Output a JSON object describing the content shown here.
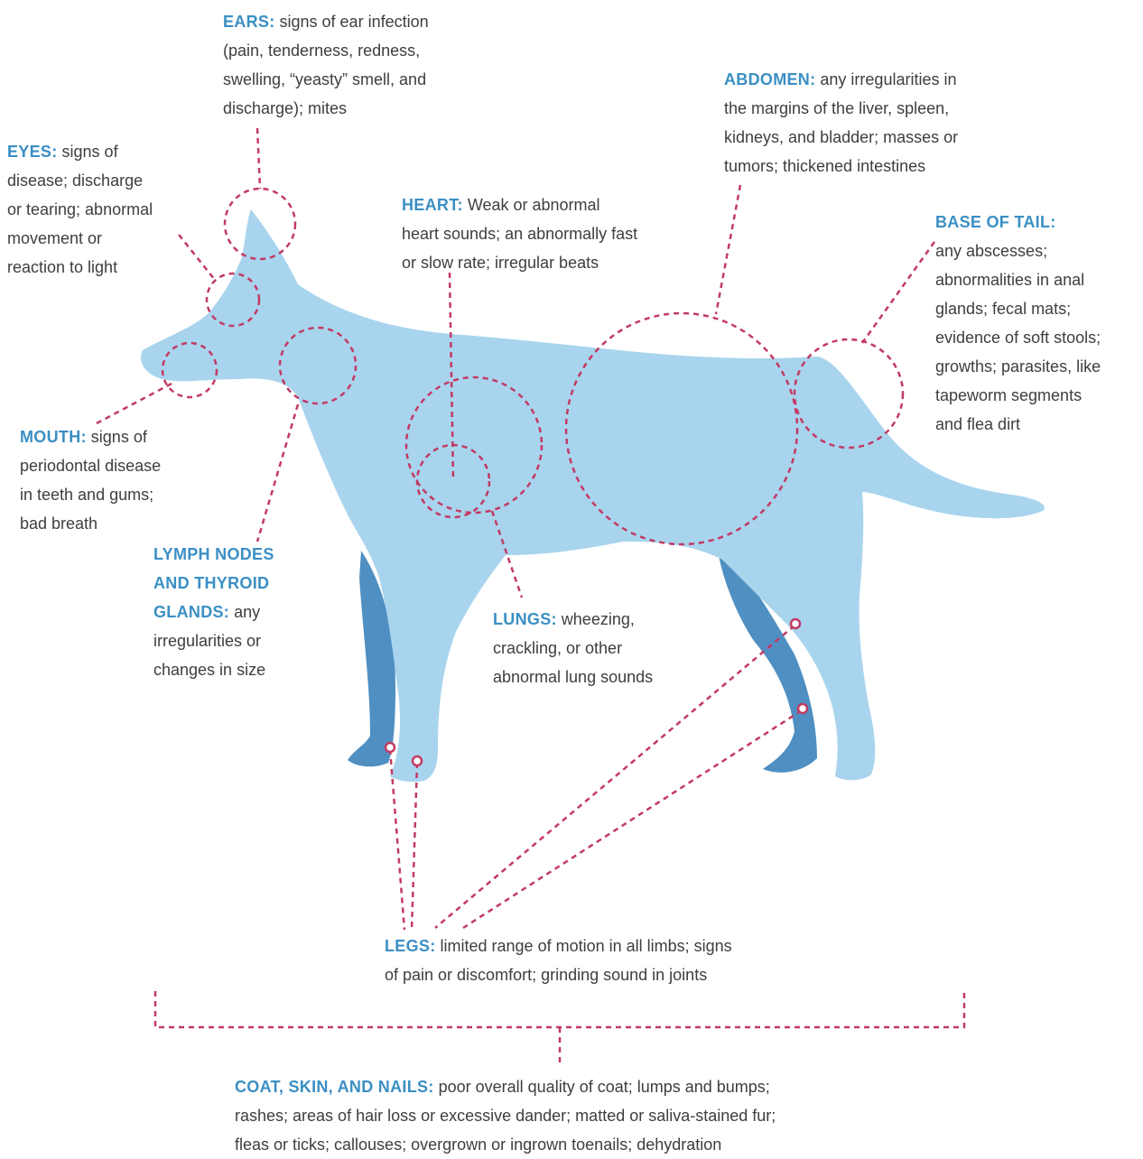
{
  "colors": {
    "body": "#a8d4ee",
    "legs": "#4f8fc2",
    "dash": "#c23a64",
    "heading": "#3b8fc4",
    "text": "#3e3e3e"
  },
  "callouts": {
    "ears": {
      "head": "EARS:",
      "body": " signs of ear infection\n(pain, tenderness, redness,\nswelling, “yeasty” smell, and\ndischarge); mites"
    },
    "eyes": {
      "head": "EYES:",
      "body": " signs of\ndisease; discharge\nor tearing; abnormal\nmovement or\nreaction to light"
    },
    "heart": {
      "head": "HEART:",
      "body": " Weak or abnormal\nheart sounds; an abnormally fast\nor slow rate; irregular beats"
    },
    "abdomen": {
      "head": "ABDOMEN:",
      "body": " any irregularities in\nthe margins of the liver, spleen,\nkidneys, and bladder; masses or\ntumors; thickened intestines"
    },
    "tail": {
      "head": "BASE OF TAIL:",
      "body": "\nany abscesses;\nabnormalities in anal\nglands; fecal mats;\nevidence of soft stools;\ngrowths; parasites, like\ntapeworm segments\nand flea dirt"
    },
    "mouth": {
      "head": "MOUTH:",
      "body": " signs of\nperiodontal disease\nin teeth and gums;\nbad breath"
    },
    "lymph": {
      "head": "LYMPH NODES\nAND THYROID\nGLANDS:",
      "body": " any\nirregularities or\nchanges in size"
    },
    "lungs": {
      "head": "LUNGS:",
      "body": " wheezing,\ncrackling, or other\nabnormal lung sounds"
    },
    "legs": {
      "head": "LEGS:",
      "body": " limited range of motion in all limbs; signs\nof pain or discomfort; grinding sound in joints"
    },
    "coat": {
      "head": "COAT, SKIN, AND NAILS:",
      "body": " poor overall quality of coat; lumps and bumps;\nrashes; areas of hair loss or excessive dander; matted or saliva-stained fur;\nfleas or ticks; callouses; overgrown or ingrown toenails; dehydration"
    }
  }
}
